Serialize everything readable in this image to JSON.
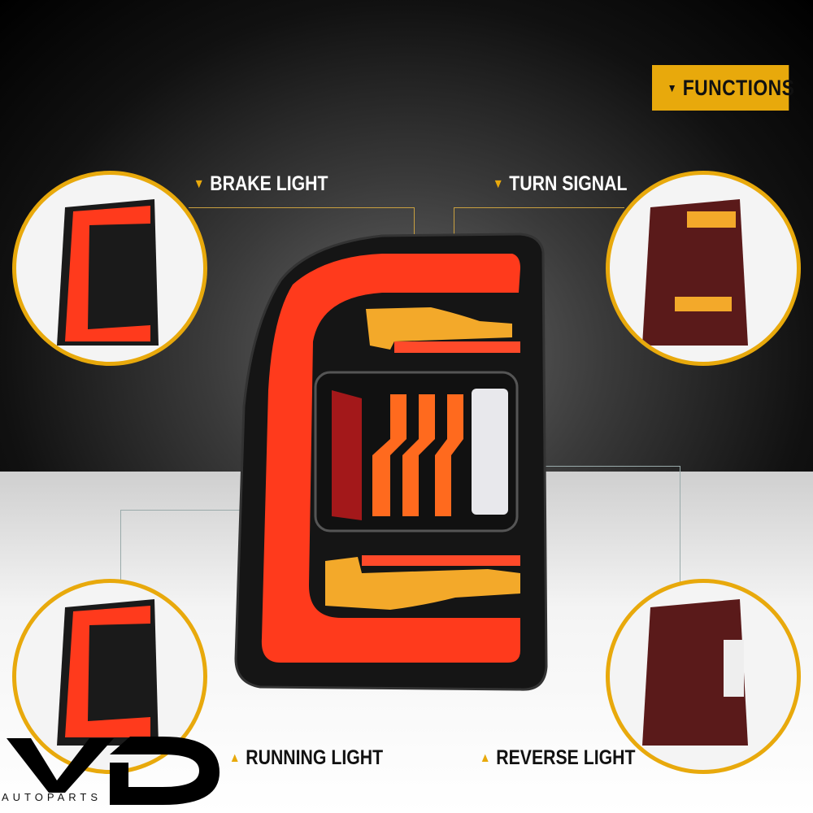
{
  "banner": {
    "label": "FUNCTIONS"
  },
  "labels": {
    "brake": "BRAKE LIGHT",
    "turn": "TURN SIGNAL",
    "running": "RUNNING LIGHT",
    "reverse": "REVERSE LIGHT"
  },
  "logo": {
    "brand": "VD",
    "subtitle": "AUTOPARTS"
  },
  "colors": {
    "accent": "#e8a90c",
    "red": "#ff3b1f",
    "amber": "#f5a623"
  }
}
